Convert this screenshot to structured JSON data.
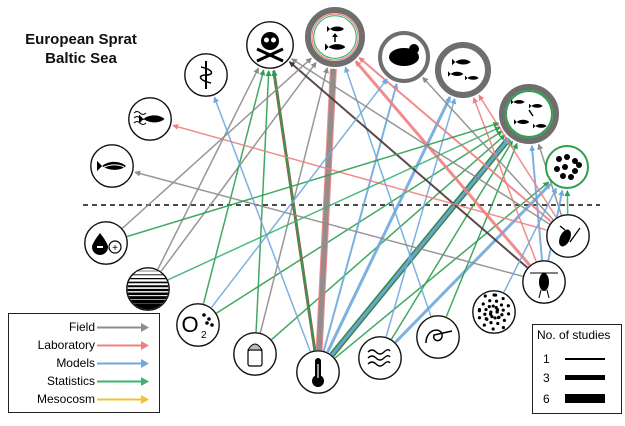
{
  "title_line1": "European Sprat",
  "title_line2": "Baltic Sea",
  "legend": {
    "items": [
      {
        "label": "Field",
        "color": "#8c8c8c"
      },
      {
        "label": "Laboratory",
        "color": "#f08080"
      },
      {
        "label": "Models",
        "color": "#6fa8dc"
      },
      {
        "label": "Statistics",
        "color": "#3cb371"
      },
      {
        "label": "Mesocosm",
        "color": "#f1c232"
      }
    ]
  },
  "studies": {
    "title": "No. of studies",
    "items": [
      {
        "label": "1",
        "weight": 1
      },
      {
        "label": "3",
        "weight": 3
      },
      {
        "label": "6",
        "weight": 6
      }
    ]
  },
  "nodes": {
    "responses": [
      {
        "name": "habitat-shift-node",
        "icon": "fish-with-waves-icon"
      },
      {
        "name": "health-node",
        "icon": "caduceus-icon"
      },
      {
        "name": "mortality-node",
        "icon": "skull-crossbones-icon"
      },
      {
        "name": "growth-node",
        "icon": "fish-growth-arrow-icon"
      },
      {
        "name": "predation-node",
        "icon": "seal-icon"
      },
      {
        "name": "abundance-node",
        "icon": "fish-school-icon"
      },
      {
        "name": "recruitment-node",
        "icon": "fish-recruitment-icon"
      },
      {
        "name": "eggs-node",
        "icon": "eggs-icon"
      },
      {
        "name": "condition-node",
        "icon": "fish-icon"
      }
    ],
    "drivers": [
      {
        "name": "salinity-node",
        "icon": "salinity-drops-icon"
      },
      {
        "name": "stratification-node",
        "icon": "stratification-icon"
      },
      {
        "name": "oxygen-node",
        "icon": "oxygen-icon",
        "text": "O"
      },
      {
        "name": "salt-node",
        "icon": "salt-shaker-icon"
      },
      {
        "name": "temperature-node",
        "icon": "thermometer-icon"
      },
      {
        "name": "currents-node",
        "icon": "currents-icon"
      },
      {
        "name": "wind-node",
        "icon": "wind-spiral-icon"
      },
      {
        "name": "plankton-node",
        "icon": "phytoplankton-icon"
      },
      {
        "name": "zooplankton-node",
        "icon": "copepod-icon"
      },
      {
        "name": "prey-node",
        "icon": "cladoceran-icon"
      }
    ]
  }
}
